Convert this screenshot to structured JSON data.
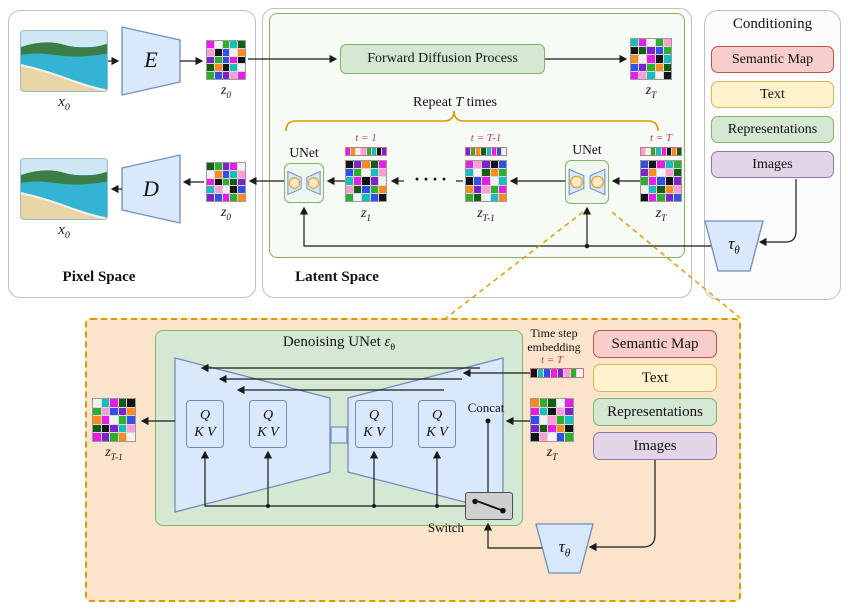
{
  "palette": [
    "#e81ee8",
    "#2fad2f",
    "#141414",
    "#f2f2f2",
    "#7e22ce",
    "#19bdbd",
    "#ff8a1e",
    "#ff9ed2",
    "#155c15",
    "#3050e8"
  ],
  "colors": {
    "semantic_map_bg": "#f8cecc",
    "text_bg": "#fff2cc",
    "representations_bg": "#d5e8d4",
    "images_bg": "#e1d5e7",
    "accent_orange": "#d79b00",
    "unet_green_bg": "#d5e8d4",
    "blue_fill": "#dae8fc",
    "time_label_red": "#cc3355"
  },
  "pixel_space": {
    "label": "Pixel Space",
    "encoder": "E",
    "decoder": "D",
    "x0_top": {
      "base": "x",
      "sub": "0"
    },
    "x0_bottom": {
      "base": "x",
      "sub": "0"
    }
  },
  "latent_space": {
    "label": "Latent Space",
    "forward_diffusion": "Forward Diffusion Process",
    "repeat": {
      "pre": "Repeat ",
      "t": "T",
      "post": " times"
    },
    "dots": "····",
    "unet_left": "UNet",
    "unet_right": "UNet",
    "labels": {
      "z0_top": {
        "base": "z",
        "sub": "0"
      },
      "zT_top": {
        "base": "z",
        "sub": "T"
      },
      "z0_out": {
        "base": "z",
        "sub": "0"
      },
      "z1": {
        "base": "z",
        "sub": "1"
      },
      "zTm1": {
        "base": "z",
        "sub": "T-1"
      },
      "zT_in": {
        "base": "z",
        "sub": "T"
      },
      "t1": "t = 1",
      "tTm1": "t = T-1",
      "tT": "t = T"
    },
    "grids": {
      "z0_top": [
        "03158",
        "72936",
        "41902",
        "86253",
        "19470"
      ],
      "zT_top": [
        "50317",
        "28491",
        "63025",
        "94168",
        "07532"
      ],
      "z0_out": [
        "81403",
        "36957",
        "02184",
        "57329",
        "49016"
      ],
      "z1": [
        "24680",
        "91357",
        "50243",
        "78916",
        "13592"
      ],
      "zTm1": [
        "07429",
        "53861",
        "29035",
        "64710",
        "18356"
      ],
      "zT_in": [
        "92051",
        "46378",
        "10924",
        "35867",
        "20149"
      ],
      "strip_t1": [
        "06371524"
      ],
      "strip_tTm1": [
        "41685093"
      ],
      "strip_tT": [
        "73150268"
      ]
    }
  },
  "conditioning": {
    "title": "Conditioning",
    "items": [
      "Semantic Map",
      "Text",
      "Representations",
      "Images"
    ],
    "tau": {
      "base": "τ",
      "sub": "θ"
    }
  },
  "detail": {
    "title": {
      "pre": "Denoising UNet ",
      "eps": "ε",
      "sub": "θ"
    },
    "qkv": {
      "q": "Q",
      "kv": "K V"
    },
    "time_step_line1": "Time step",
    "time_step_line2": "embedding",
    "tT": "t = T",
    "concat": "Concat",
    "switch": "Switch",
    "items": [
      "Semantic Map",
      "Text",
      "Representations",
      "Images"
    ],
    "labels": {
      "zT": {
        "base": "z",
        "sub": "T"
      },
      "zTm1": {
        "base": "z",
        "sub": "T-1"
      }
    },
    "tau": {
      "base": "τ",
      "sub": "θ"
    },
    "grids": {
      "zT": [
        "61830",
        "05274",
        "93715",
        "48062",
        "27391"
      ],
      "zTm1": [
        "35082",
        "17946",
        "60319",
        "82457",
        "04163"
      ],
      "strip_tT": [
        "25904713"
      ]
    }
  }
}
